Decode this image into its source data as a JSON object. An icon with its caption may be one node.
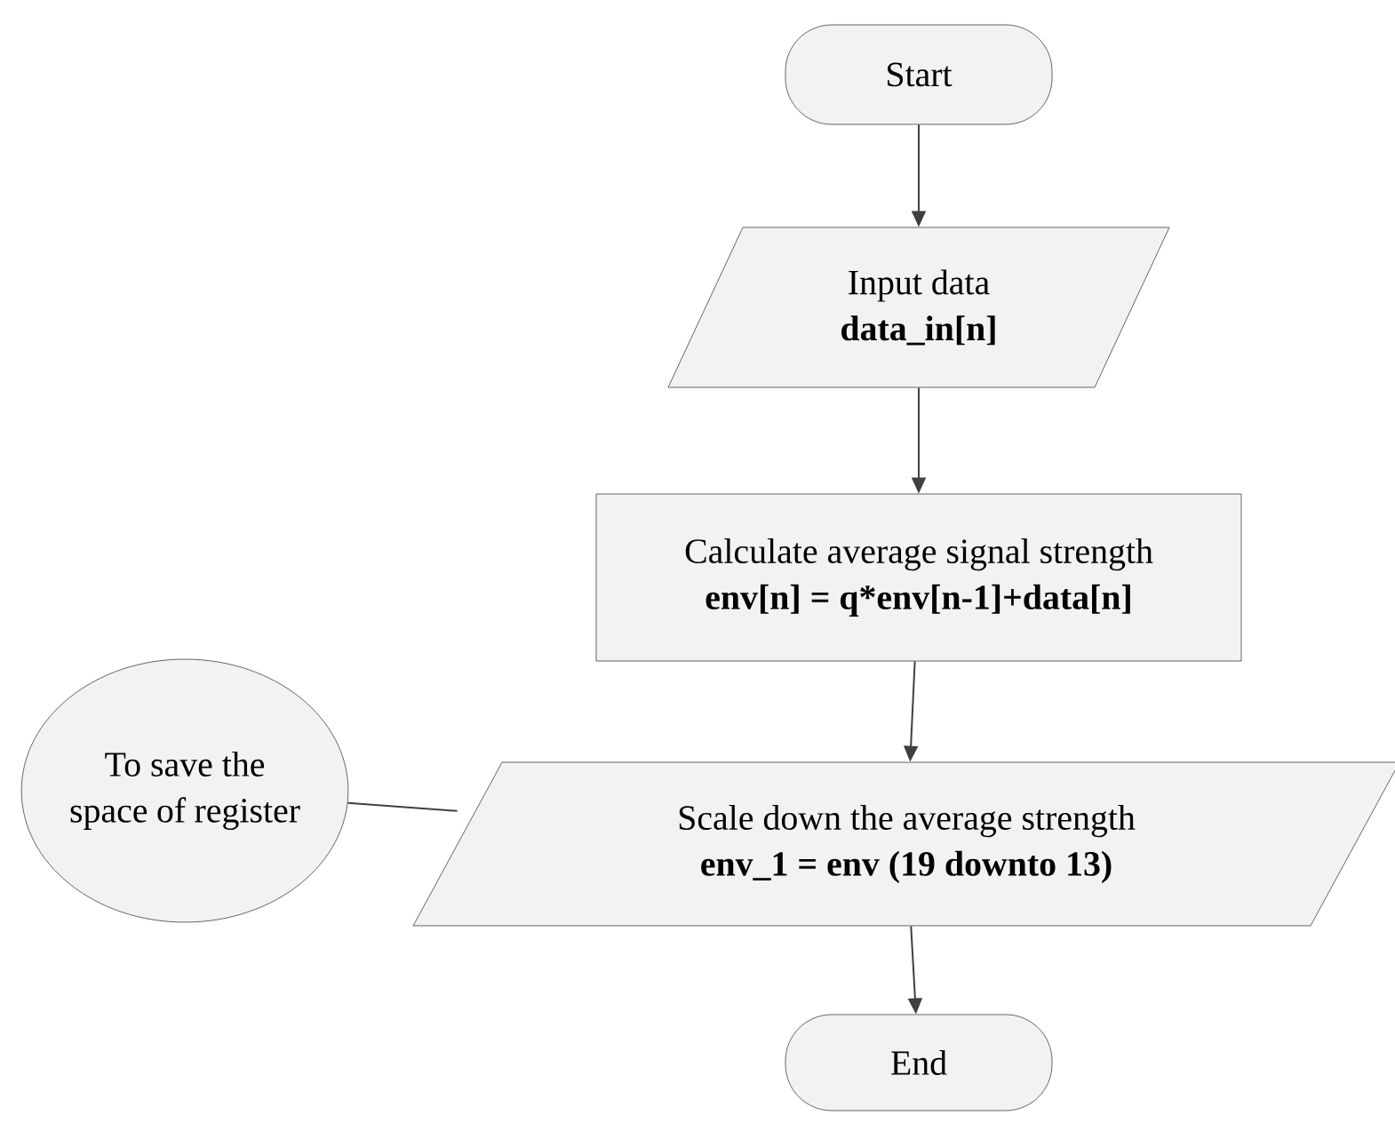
{
  "diagram": {
    "nodes": [
      {
        "text": [
          "Start"
        ]
      },
      {
        "text": [
          "Input data",
          "data_in[n]"
        ]
      },
      {
        "text": [
          "Calculate average signal strength",
          "env[n] = q*env[n-1]+data[n]"
        ]
      },
      {
        "text": [
          "To save the space of register"
        ]
      },
      {
        "text": [
          "Scale down the average strength",
          "env_1 = env (19 downto 13)"
        ]
      },
      {
        "text": [
          "End"
        ]
      }
    ],
    "edges": [
      {
        "from": 0,
        "to": 1,
        "arrow": "to"
      },
      {
        "from": 1,
        "to": 2,
        "arrow": "to"
      },
      {
        "from": 2,
        "to": 4,
        "arrow": "to"
      },
      {
        "from": 3,
        "to": 4,
        "arrow": "none"
      },
      {
        "from": 4,
        "to": 5,
        "arrow": "to"
      }
    ]
  }
}
